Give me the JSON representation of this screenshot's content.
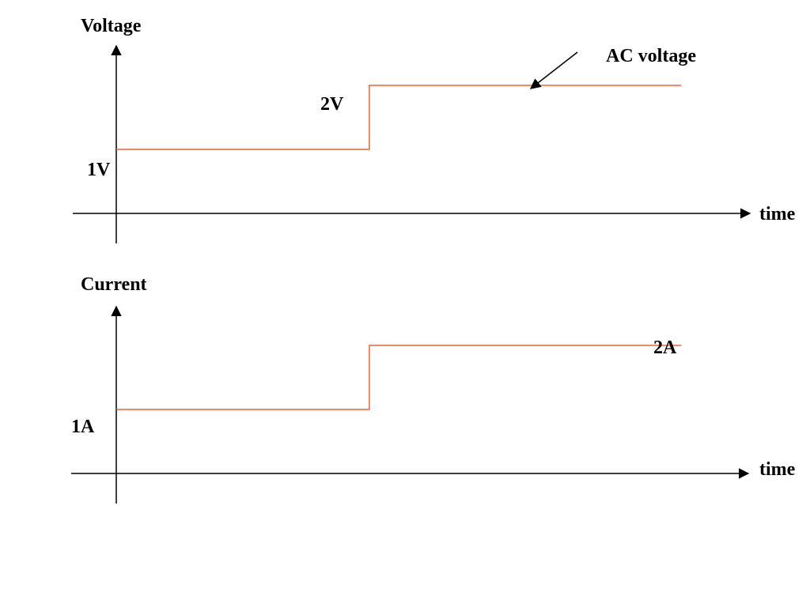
{
  "colors": {
    "signal": "#e8643c",
    "axis": "#000000",
    "background": "#ffffff"
  },
  "chart_data": [
    {
      "type": "line",
      "step": "after",
      "ylabel": "Voltage",
      "xlabel": "time",
      "x_numeric_labels": false,
      "series": [
        {
          "x": [
            0,
            4.3,
            4.3,
            9.6
          ],
          "y": [
            1,
            1,
            2,
            2
          ]
        }
      ],
      "point_labels": [
        {
          "text": "1V",
          "x": 0,
          "y": 1
        },
        {
          "text": "2V",
          "x": 4.3,
          "y": 2
        }
      ],
      "annotation": {
        "text": "AC voltage",
        "arrow": true
      },
      "xlim": [
        0,
        10.5
      ],
      "ylim": [
        0,
        2.5
      ]
    },
    {
      "type": "line",
      "step": "after",
      "ylabel": "Current",
      "xlabel": "time",
      "x_numeric_labels": false,
      "series": [
        {
          "x": [
            0,
            4.3,
            4.3,
            9.6
          ],
          "y": [
            1,
            1,
            2,
            2
          ]
        }
      ],
      "point_labels": [
        {
          "text": "1A",
          "x": 0,
          "y": 1
        },
        {
          "text": "2A",
          "x": 9.6,
          "y": 2
        }
      ],
      "xlim": [
        0,
        10.5
      ],
      "ylim": [
        0,
        2.5
      ]
    }
  ]
}
